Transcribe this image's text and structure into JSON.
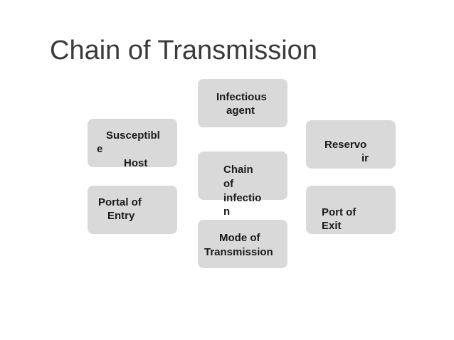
{
  "slide": {
    "title": "Chain of Transmission"
  },
  "boxes": {
    "infectious_agent": [
      "Infectious",
      "agent"
    ],
    "susceptible_host": [
      "Susceptibl",
      "e",
      "Host"
    ],
    "reservoir": [
      "Reservo",
      "ir"
    ],
    "chain_center": [
      "Chain",
      "of",
      "infectio",
      "n"
    ],
    "portal_entry": [
      "Portal of",
      "Entry"
    ],
    "port_exit": [
      "Port of",
      "Exit"
    ],
    "mode_transmission": [
      "Mode of",
      "Transmission"
    ]
  },
  "colors": {
    "box_fill": "#d9d9d9",
    "title_text": "#3a3a3a",
    "box_text": "#1a1a1a",
    "background": "#ffffff"
  }
}
